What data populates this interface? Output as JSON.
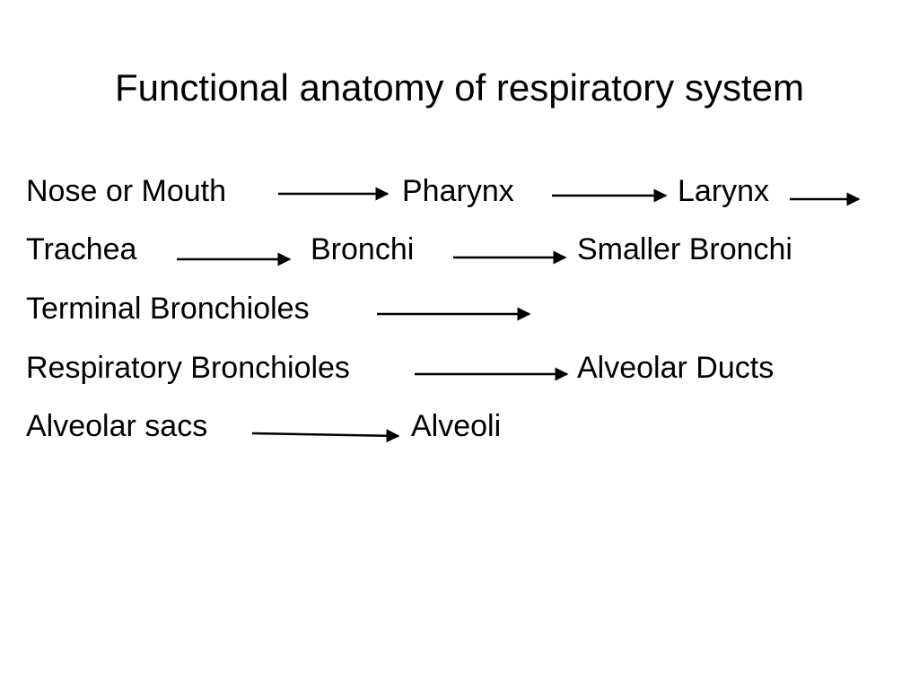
{
  "slide": {
    "title": "Functional anatomy of respiratory system",
    "rows": [
      [
        "Nose or Mouth",
        "Pharynx",
        "Larynx"
      ],
      [
        "Trachea",
        "Bronchi",
        "Smaller Bronchi"
      ],
      [
        "Terminal Bronchioles"
      ],
      [
        "Respiratory Bronchioles",
        "Alveolar Ducts"
      ],
      [
        "Alveolar sacs",
        "Alveoli"
      ]
    ],
    "text_color": "#000000",
    "background_color": "#ffffff"
  }
}
